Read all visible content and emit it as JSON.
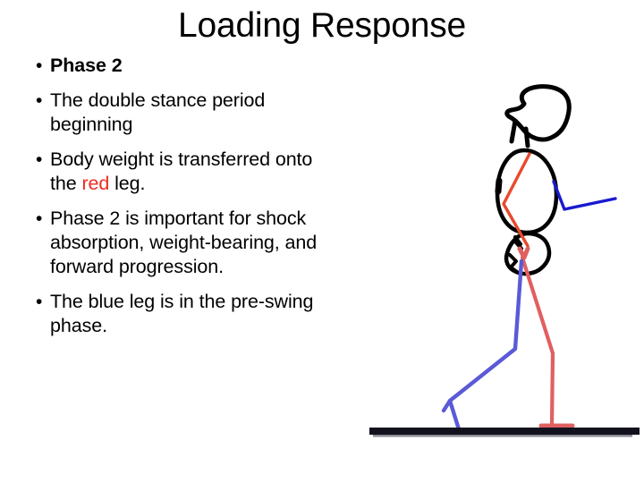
{
  "slide": {
    "title": "Loading Response",
    "background_color": "#ffffff",
    "text_color": "#000000"
  },
  "body": {
    "bullet_glyph": "•",
    "bullets": [
      {
        "id": "phase-2",
        "text": "Phase 2",
        "bold": true
      },
      {
        "id": "double-stance",
        "text": "The double stance period beginning",
        "bold": false
      },
      {
        "id": "body-weight",
        "text_before": "Body weight is transferred onto the ",
        "highlight": "red",
        "text_after": " leg.",
        "bold": false
      },
      {
        "id": "importance",
        "text": "Phase 2 is important for shock absorption, weight-bearing, and forward progression.",
        "bold": false
      },
      {
        "id": "blue-leg",
        "text": "The blue leg is in the pre-swing phase.",
        "bold": false
      }
    ]
  },
  "colors": {
    "red_text": "#ee2a22",
    "red_limb": "#e8492a",
    "red_leg": "#e06060",
    "blue_limb": "#1a1ad0",
    "blue_leg": "#5a5ad8",
    "outline": "#000000",
    "ground": "#12121e"
  },
  "figure": {
    "name": "gait-stick-figure",
    "description": "Side-view stick figure in loading response gait phase standing on a ground line",
    "parts": [
      {
        "name": "head",
        "color": "#000000"
      },
      {
        "name": "neck",
        "color": "#000000"
      },
      {
        "name": "torso",
        "color": "#000000"
      },
      {
        "name": "pelvis",
        "color": "#000000"
      },
      {
        "name": "red-arm",
        "color": "#e8492a"
      },
      {
        "name": "blue-arm",
        "color": "#1a1ad0"
      },
      {
        "name": "red-leg",
        "color": "#e06060"
      },
      {
        "name": "blue-leg",
        "color": "#5a5ad8"
      },
      {
        "name": "ground-line",
        "color": "#12121e"
      }
    ]
  }
}
